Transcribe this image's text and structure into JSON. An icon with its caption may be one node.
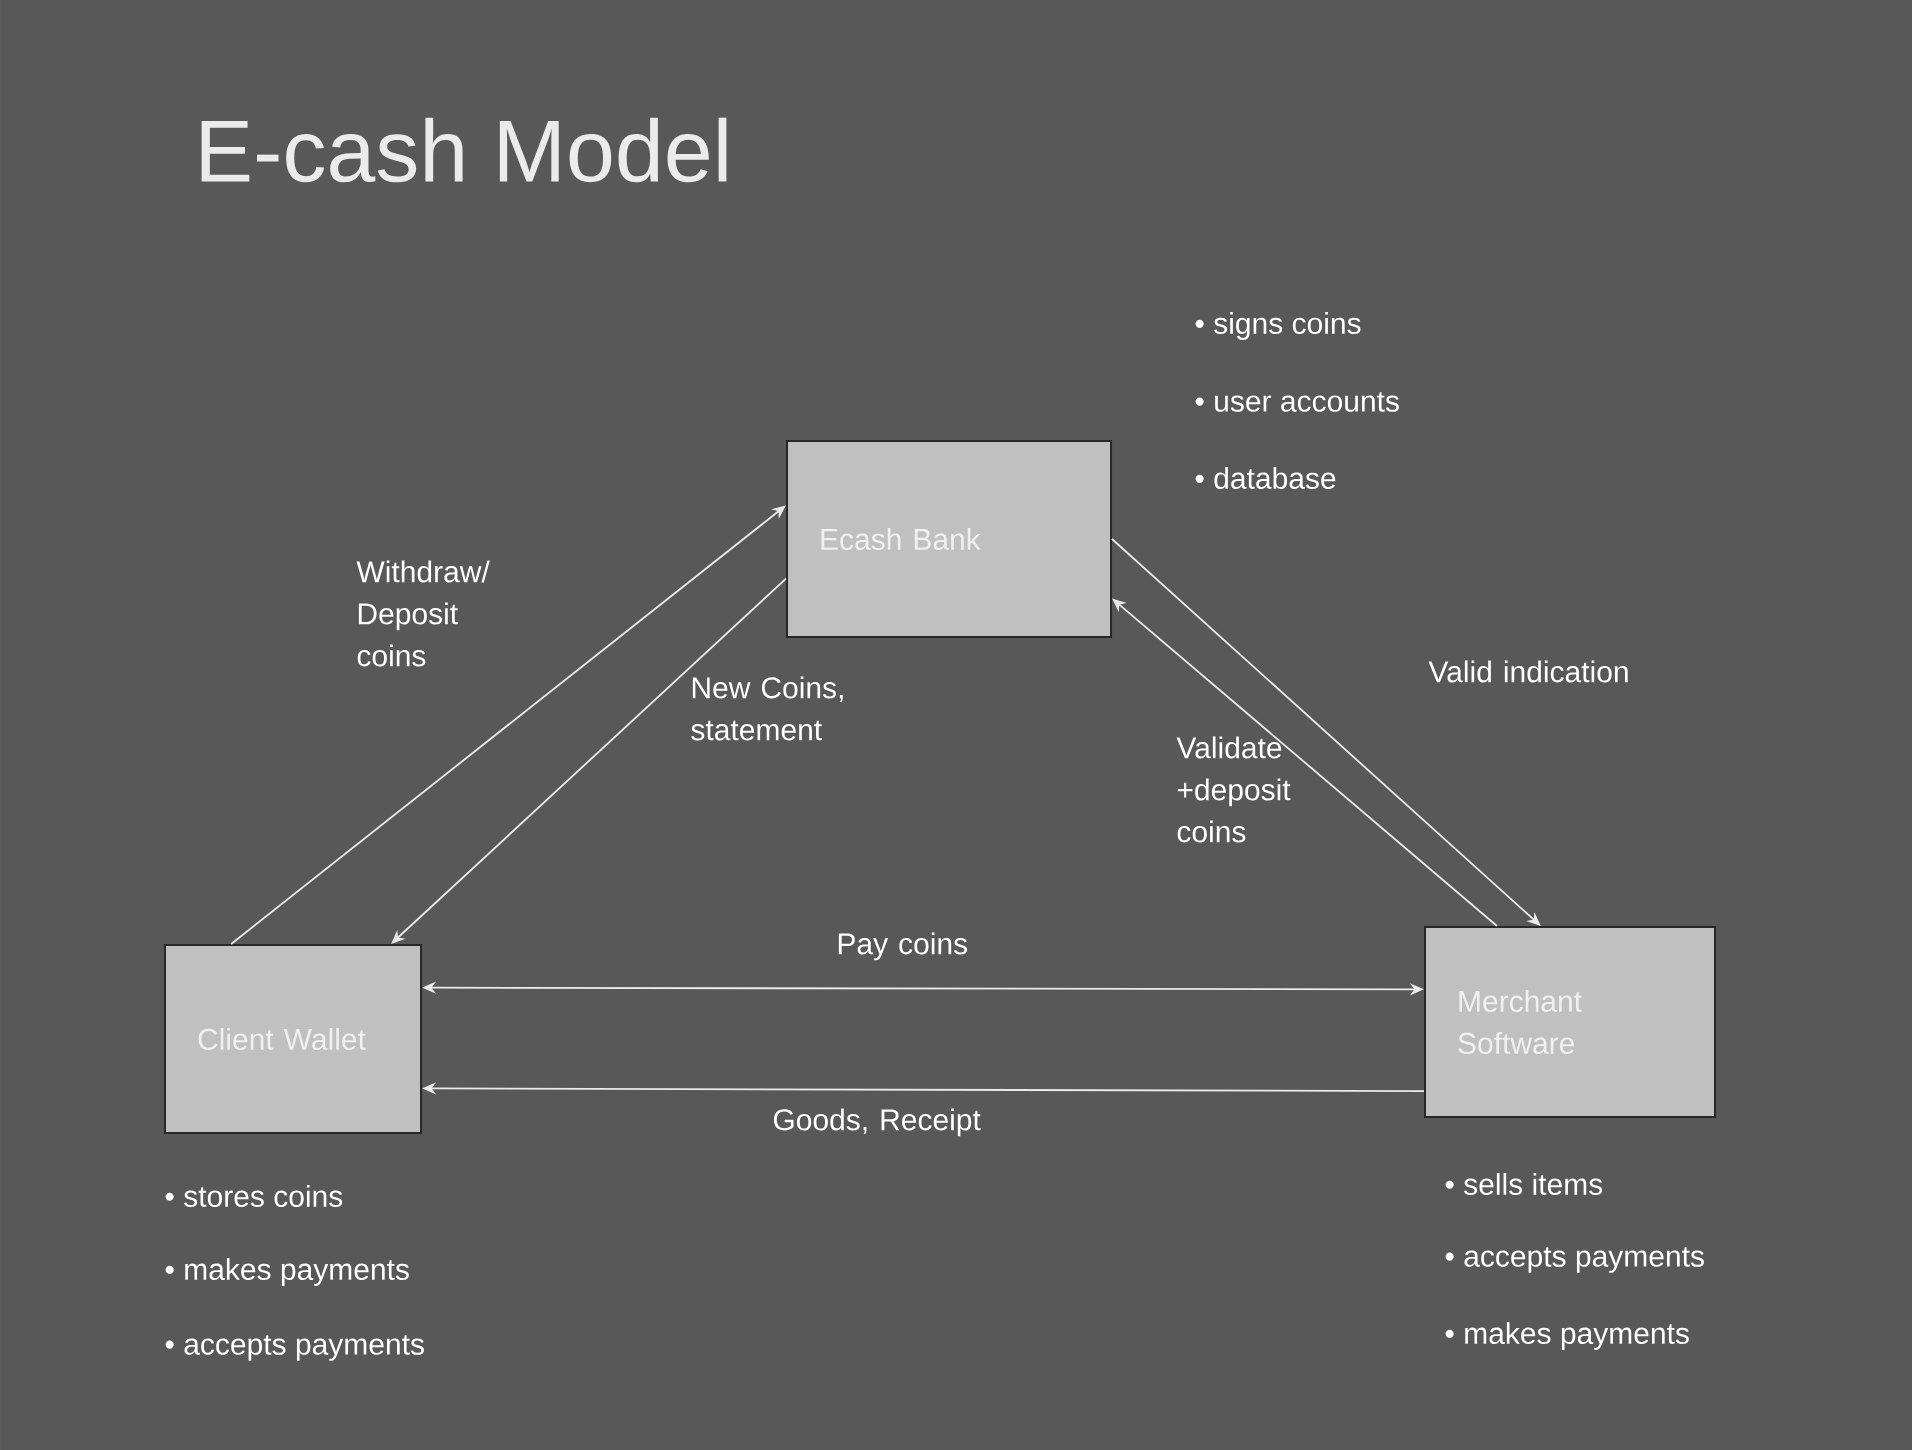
{
  "diagram": {
    "title": "E-cash Model",
    "nodes": [
      {
        "text": [
          "Ecash Bank"
        ],
        "beside": [
          "• signs coins",
          "• user accounts",
          "• database"
        ]
      },
      {
        "text": [
          "Client Wallet"
        ],
        "beside": [
          "• stores coins",
          "• makes payments",
          "• accepts payments"
        ]
      },
      {
        "text": [
          "Merchant Software"
        ],
        "beside": [
          "• sells items",
          "• accepts payments",
          "• makes payments"
        ]
      }
    ],
    "edges": [
      {
        "from": 1,
        "to": 0,
        "arrow": "to",
        "label": "Withdraw/ Deposit coins"
      },
      {
        "from": 0,
        "to": 1,
        "arrow": "to",
        "label": "New Coins, statement"
      },
      {
        "from": 2,
        "to": 0,
        "arrow": "to",
        "label": "Validate +deposit coins"
      },
      {
        "from": 0,
        "to": 2,
        "arrow": "to",
        "label": "Valid indication"
      },
      {
        "from": 1,
        "to": 2,
        "arrow": "both",
        "label": "Pay coins"
      },
      {
        "from": 2,
        "to": 1,
        "arrow": "to",
        "label": "Goods, Receipt"
      }
    ]
  }
}
